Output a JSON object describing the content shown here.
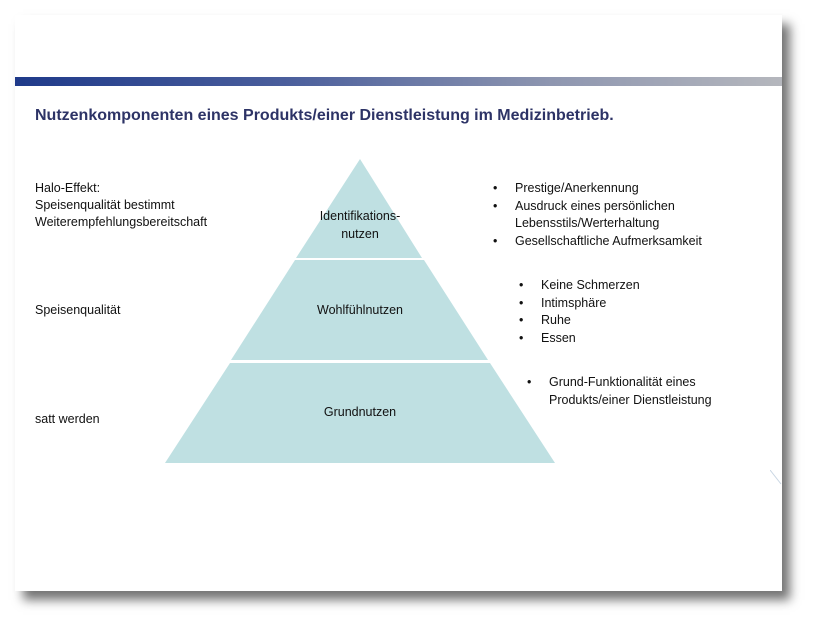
{
  "title": "Nutzenkomponenten eines Produkts/einer Dienstleistung im Medizinbetrieb.",
  "left_labels": {
    "top": [
      "Halo-Effekt:",
      "Speisenqualität bestimmt",
      "Weiterempfehlungsbereitschaft"
    ],
    "middle": "Speisenqualität",
    "bottom": "satt werden"
  },
  "pyramid": {
    "fill_color": "#bfe0e2",
    "layers": {
      "top": [
        "Identifikations-",
        "nutzen"
      ],
      "middle": "Wohlfühlnutzen",
      "bottom": "Grundnutzen"
    }
  },
  "bullets": {
    "top": [
      "Prestige/Anerkennung",
      "Ausdruck eines persönlichen",
      "Lebensstils/Werterhaltung",
      "Gesellschaftliche Aufmerksamkeit"
    ],
    "middle": [
      "Keine Schmerzen",
      "Intimsphäre",
      "Ruhe",
      "Essen"
    ],
    "bottom": [
      "Grund-Funktionalität eines",
      "Produkts/einer Dienstleistung"
    ]
  }
}
